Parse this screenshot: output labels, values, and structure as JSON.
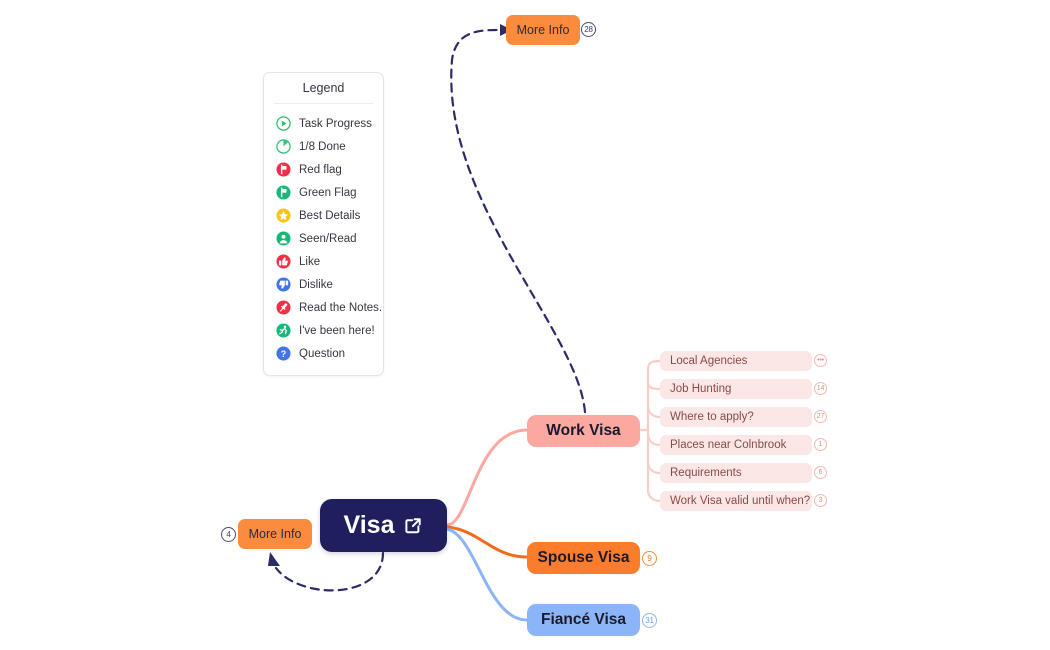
{
  "legend": {
    "title": "Legend",
    "items": [
      {
        "label": "Task Progress",
        "icon": "task-progress-icon",
        "color": "#2fc47c"
      },
      {
        "label": "1/8 Done",
        "icon": "pie-progress-icon",
        "color": "#2fc47c"
      },
      {
        "label": "Red flag",
        "icon": "red-flag-icon",
        "color": "#f22f46"
      },
      {
        "label": "Green Flag",
        "icon": "green-flag-icon",
        "color": "#17b978"
      },
      {
        "label": "Best Details",
        "icon": "star-icon",
        "color": "#f5c518"
      },
      {
        "label": "Seen/Read",
        "icon": "person-icon",
        "color": "#17b978"
      },
      {
        "label": "Like",
        "icon": "thumbs-up-icon",
        "color": "#f22f46"
      },
      {
        "label": "Dislike",
        "icon": "thumbs-down-icon",
        "color": "#4472e8"
      },
      {
        "label": "Read the Notes.",
        "icon": "pin-icon",
        "color": "#f22f46"
      },
      {
        "label": "I've been here!",
        "icon": "runner-icon",
        "color": "#17b978"
      },
      {
        "label": "Question",
        "icon": "question-mark-icon",
        "color": "#4472e8"
      }
    ]
  },
  "mindmap": {
    "central": {
      "label": "Visa",
      "icon": "external-link-icon",
      "color": "#1e1f5c"
    },
    "branches": [
      {
        "label": "Work Visa",
        "color": "#fba8a0",
        "badge": null
      },
      {
        "label": "Spouse Visa",
        "color": "#fb7d2b",
        "badge": "9"
      },
      {
        "label": "Fiancé Visa",
        "color": "#8cb4f8",
        "badge": "31"
      }
    ],
    "work_visa_children": [
      {
        "label": "Local Agencies",
        "badge": "•••"
      },
      {
        "label": "Job Hunting",
        "badge": "14"
      },
      {
        "label": "Where to apply?",
        "badge": "27"
      },
      {
        "label": "Places near Colnbrook",
        "badge": "1"
      },
      {
        "label": "Requirements",
        "badge": "6"
      },
      {
        "label": "Work Visa valid until when?",
        "badge": "3"
      }
    ],
    "floating_notes": [
      {
        "label": "More Info",
        "badge": "28",
        "badge_side": "right",
        "color": "#fb8c3e"
      },
      {
        "label": "More Info",
        "badge": "4",
        "badge_side": "left",
        "color": "#fb8c3e"
      }
    ]
  },
  "colors": {
    "central": "#1e1f5c",
    "work": "#fba8a0",
    "spouse": "#fb7d2b",
    "fiance": "#8cb4f8",
    "sub": "#fbe7e5",
    "moreinfo": "#fb8c3e",
    "arrow": "#2b2b66",
    "background": "#ffffff"
  }
}
